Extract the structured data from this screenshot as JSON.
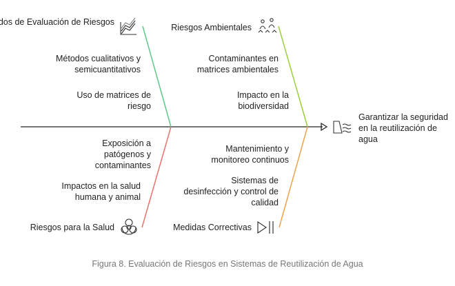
{
  "diagram": {
    "effect": "Garantizar la seguridad en la reutilización de agua",
    "top_left": {
      "head": "Métodos de Evaluación de Riesgos",
      "items": [
        "Métodos cualitativos y semicuantitativos",
        "Uso de matrices de riesgo"
      ],
      "color": "#5cc98a",
      "icon": "chart-area-icon"
    },
    "top_right": {
      "head": "Riesgos Ambientales",
      "items": [
        "Contaminantes en matrices ambientales",
        "Impacto en la biodiversidad"
      ],
      "color": "#9bcf3a",
      "icon": "environment-people-icon"
    },
    "bottom_left": {
      "head": "Riesgos para la Salud",
      "items": [
        "Exposición a patógenos y contaminantes",
        "Impactos en la salud humana y animal"
      ],
      "color": "#e8736b",
      "icon": "biohazard-icon"
    },
    "bottom_right": {
      "head": "Medidas Correctivas",
      "items": [
        "Mantenimiento y monitoreo continuos",
        "Sistemas de desinfección y control de calidad"
      ],
      "color": "#f0a24a",
      "icon": "play-pause-icon"
    }
  },
  "effect_icon": "water-dam-icon",
  "caption": "Figura 8. Evaluación de Riesgos en Sistemas de Reutilización de Agua"
}
